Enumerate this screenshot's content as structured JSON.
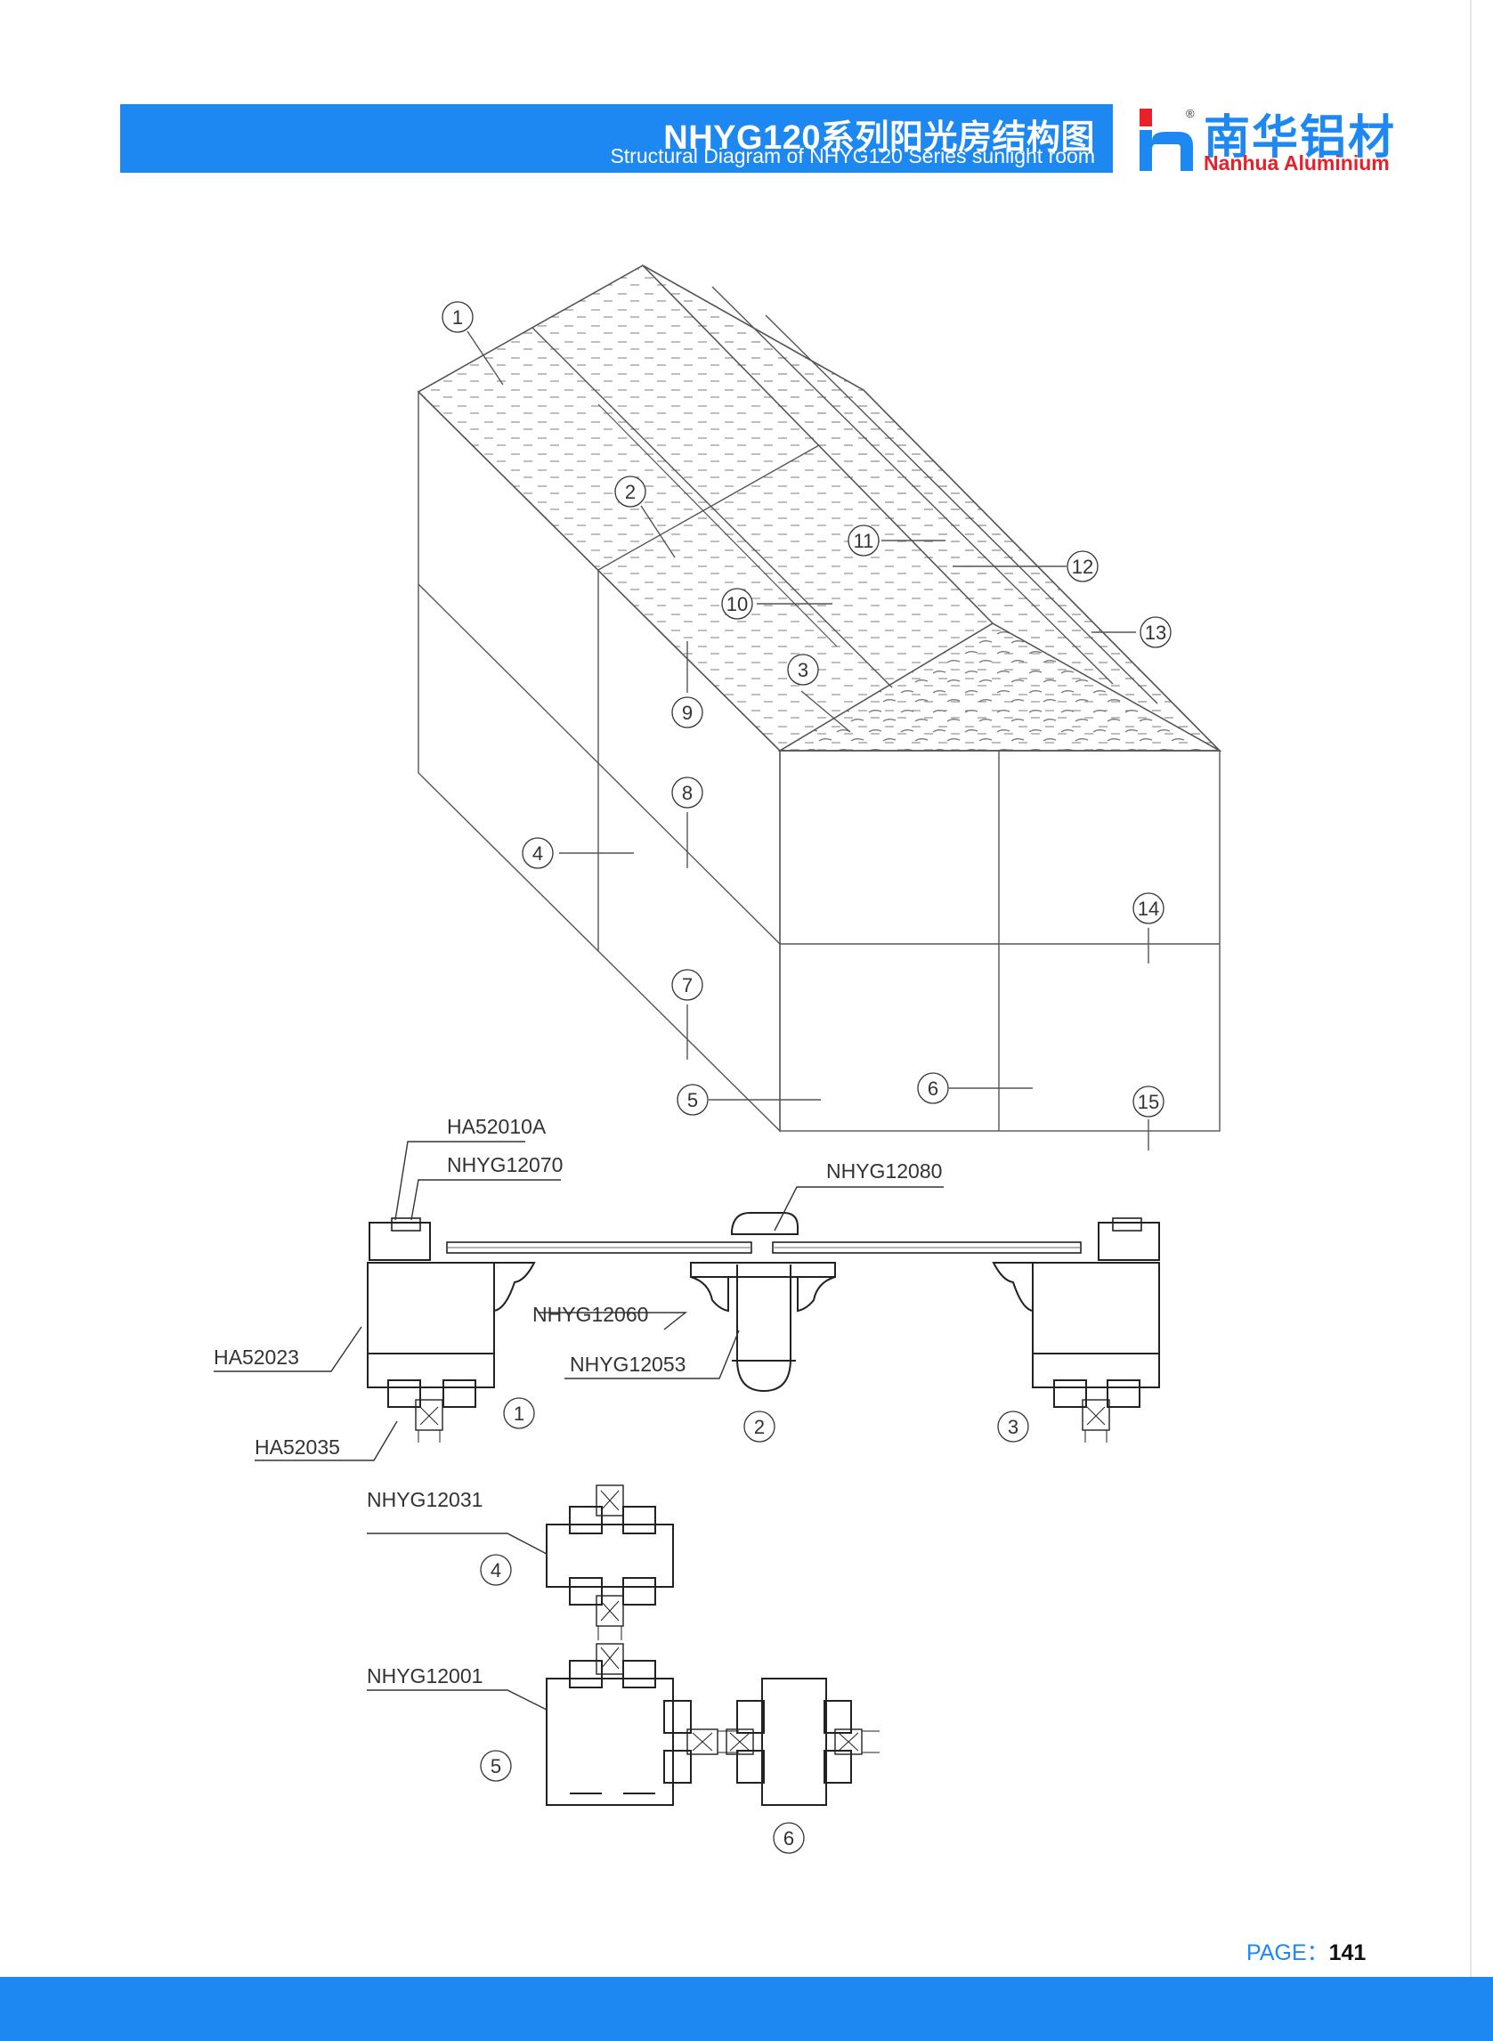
{
  "header": {
    "title": "NHYG120系列阳光房结构图",
    "subtitle": "Structural Diagram of NHYG120 Series sunlight room"
  },
  "logo": {
    "name_cn": "南华铝材",
    "name_en": "Nanhua Aluminium",
    "reg_mark": "®",
    "colors": {
      "blue": "#1e88f2",
      "red": "#e8202a"
    }
  },
  "callouts": {
    "c1": "1",
    "c2": "2",
    "c3": "3",
    "c4": "4",
    "c5": "5",
    "c6": "6",
    "c7": "7",
    "c8": "8",
    "c9": "9",
    "c10": "10",
    "c11": "11",
    "c12": "12",
    "c13": "13",
    "c14": "14",
    "c15": "15"
  },
  "sections": {
    "s1": "1",
    "s2": "2",
    "s3": "3",
    "s4": "4",
    "s5": "5",
    "s6": "6"
  },
  "part_labels": {
    "ha52010a": "HA52010A",
    "nhyg12070": "NHYG12070",
    "nhyg12080": "NHYG12080",
    "nhyg12060": "NHYG12060",
    "ha52023": "HA52023",
    "nhyg12053": "NHYG12053",
    "ha52035": "HA52035",
    "nhyg12031": "NHYG12031",
    "nhyg12001": "NHYG12001"
  },
  "footer": {
    "page_label": "PAGE：",
    "page_number": "141"
  }
}
